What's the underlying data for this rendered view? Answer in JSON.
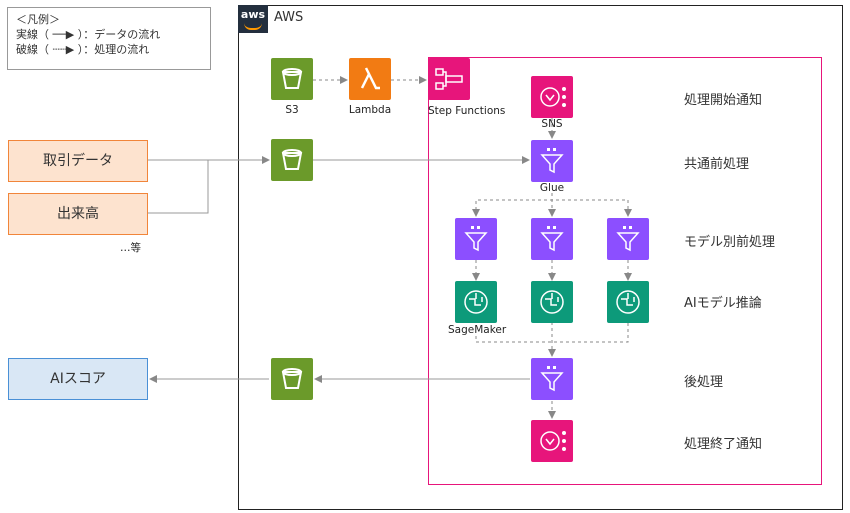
{
  "legend": {
    "title": "＜凡例＞",
    "solid": "実線（ ──▶ ）：データの流れ",
    "dashed": "破線（ ┈┈▶ ）：処理の流れ"
  },
  "aws": {
    "title": "AWS",
    "logo_text": "aws"
  },
  "nodes": {
    "s3_label": "S3",
    "lambda_label": "Lambda",
    "stepfunctions_label": "Step Functions",
    "sns_label": "SNS",
    "glue_label": "Glue",
    "sagemaker_label": "SageMaker"
  },
  "inputs": {
    "torihiki": "取引データ",
    "dekidaka": "出来高",
    "etc": "…等"
  },
  "output": {
    "ai_score": "AIスコア"
  },
  "stages": {
    "start_notify": "処理開始通知",
    "common_pre": "共通前処理",
    "model_pre": "モデル別前処理",
    "inference": "AIモデル推論",
    "post": "後処理",
    "end_notify": "処理終了通知"
  },
  "colors": {
    "s3": "#6b9a2a",
    "lambda": "#f27b13",
    "stepfunctions": "#e7157b",
    "sns": "#e7157b",
    "glue": "#8c4fff",
    "sagemaker": "#0d9a7a"
  }
}
